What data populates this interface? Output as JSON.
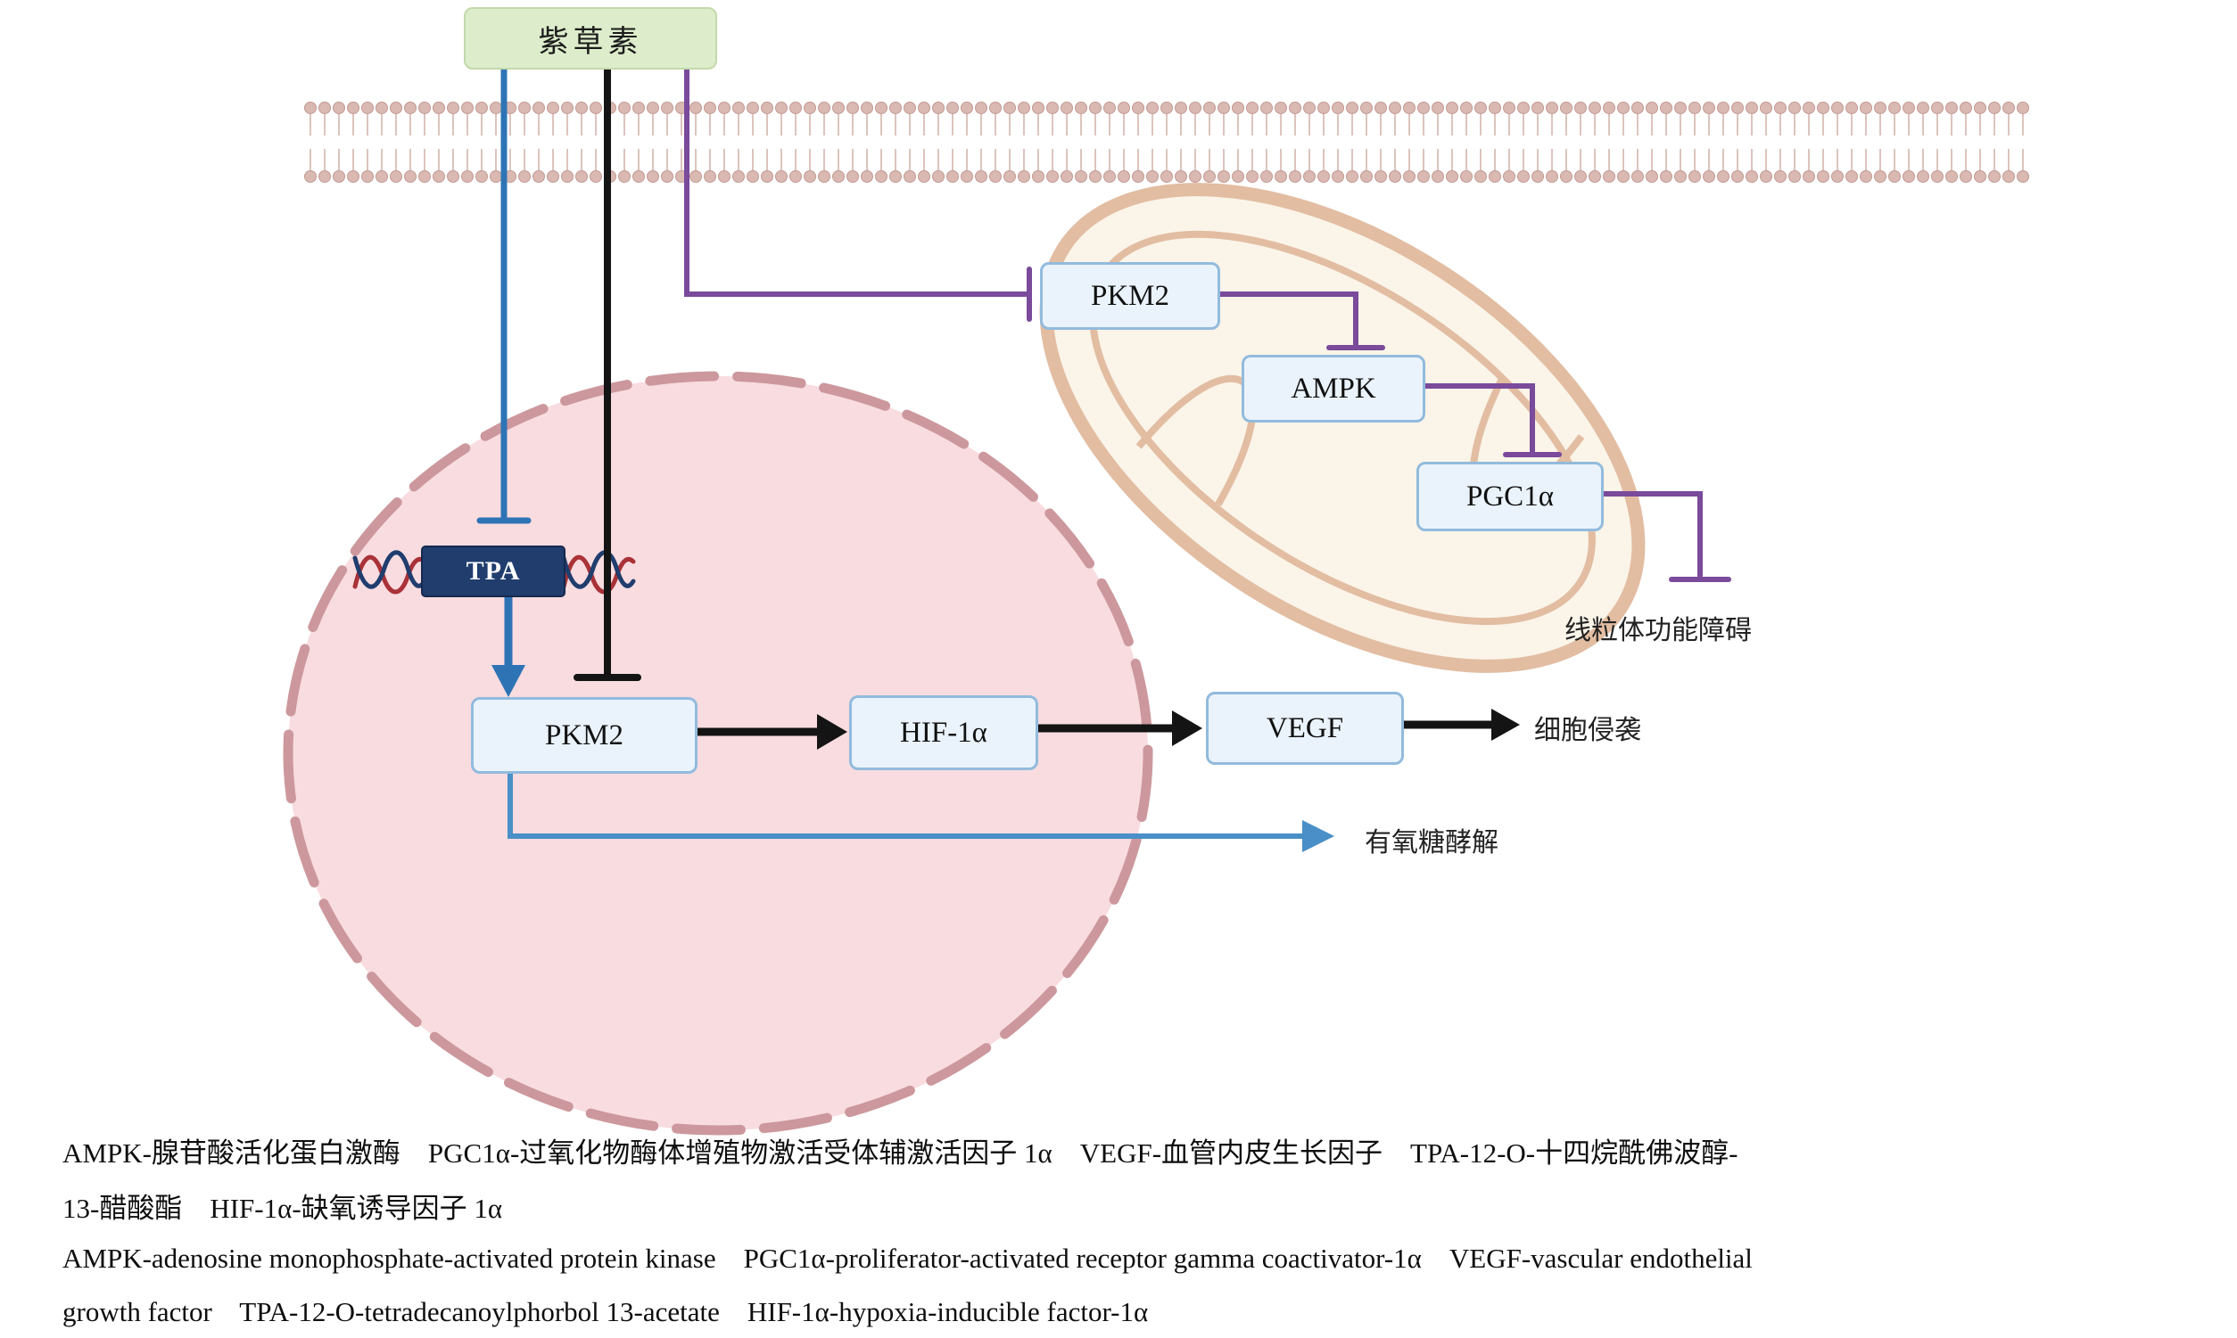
{
  "figure": {
    "compound": "紫草素",
    "nodes": {
      "tpa": "TPA",
      "pkm2_nucleus": "PKM2",
      "hif1a": "HIF-1α",
      "vegf": "VEGF",
      "pkm2_mito": "PKM2",
      "ampk": "AMPK",
      "pgc1a": "PGC1α"
    },
    "labels": {
      "mito_dysfunction": "线粒体功能障碍",
      "cell_invasion": "细胞侵袭",
      "aerobic_glycolysis": "有氧糖酵解"
    },
    "legend": {
      "zh_line1": "AMPK-腺苷酸活化蛋白激酶　PGC1α-过氧化物酶体增殖物激活受体辅激活因子 1α　VEGF-血管内皮生长因子　TPA-12-O-十四烷酰佛波醇-",
      "zh_line2": "13-醋酸酯　HIF-1α-缺氧诱导因子 1α",
      "en_line1": "AMPK-adenosine monophosphate-activated protein kinase    PGC1α-proliferator-activated receptor gamma coactivator-1α    VEGF-vascular endothelial",
      "en_line2": "growth factor    TPA-12-O-tetradecanoylphorbol 13-acetate    HIF-1α-hypoxia-inducible factor-1α"
    },
    "colors": {
      "inhibit_blue": "#2e74b5",
      "inhibit_black": "#141414",
      "inhibit_purple": "#7a4a9b",
      "glycolysis_blue": "#4a8fc7",
      "node_fill": "#eaf3fb",
      "node_border": "#92bbdd",
      "compound_fill": "#ddedcb",
      "tpa_fill": "#203d6e",
      "nucleus_fill": "#f8dce0",
      "nucleus_border": "#cc989d",
      "mito_membrane": "#e2bda2",
      "mito_fill": "#fbf4e9",
      "membrane_dot": "#dab9b2",
      "dna_red": "#a93238",
      "dna_blue": "#203d6e"
    }
  }
}
